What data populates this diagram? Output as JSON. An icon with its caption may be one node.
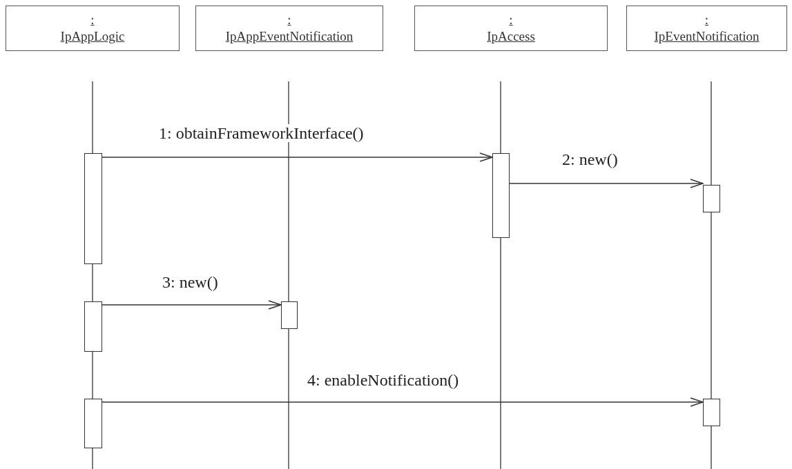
{
  "diagram": {
    "nodes": [
      {
        "text": [
          ":",
          "IpAppLogic"
        ]
      },
      {
        "text": [
          ":",
          "IpAppEventNotification"
        ]
      },
      {
        "text": [
          ":",
          "IpAccess"
        ]
      },
      {
        "text": [
          ":",
          "IpEventNotification"
        ]
      },
      {
        "text": [],
        "shape": "bar"
      },
      {
        "text": [],
        "shape": "bar"
      },
      {
        "text": [],
        "shape": "bar"
      },
      {
        "text": [],
        "shape": "bar"
      },
      {
        "text": [],
        "shape": "bar"
      },
      {
        "text": [],
        "shape": "bar"
      },
      {
        "text": [],
        "shape": "bar"
      }
    ],
    "edges": [
      {
        "from": 4,
        "to": 8,
        "arrow": "to",
        "label": "1: obtainFrameworkInterface()"
      },
      {
        "from": 8,
        "to": 9,
        "arrow": "to",
        "label": "2: new()"
      },
      {
        "from": 5,
        "to": 7,
        "arrow": "to",
        "label": "3: new()"
      },
      {
        "from": 6,
        "to": 10,
        "arrow": "to",
        "label": "4: enableNotification()"
      }
    ]
  }
}
